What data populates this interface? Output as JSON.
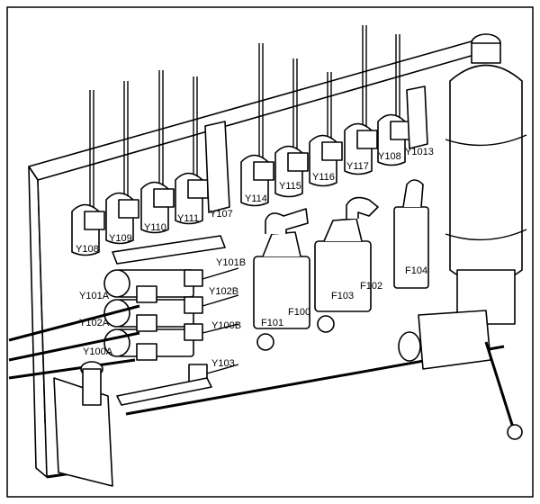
{
  "diagram": {
    "valve_labels": [
      "Y108",
      "Y109",
      "Y110",
      "Y111",
      "Y107",
      "Y114",
      "Y115",
      "Y116",
      "Y117",
      "Y108",
      "Y1013"
    ],
    "lower_valve_labels": [
      "Y101B",
      "Y101A",
      "Y102B",
      "Y102A",
      "Y100B",
      "Y100A",
      "Y103"
    ],
    "filter_labels": [
      "F101",
      "F100",
      "F103",
      "F102",
      "F104"
    ]
  }
}
